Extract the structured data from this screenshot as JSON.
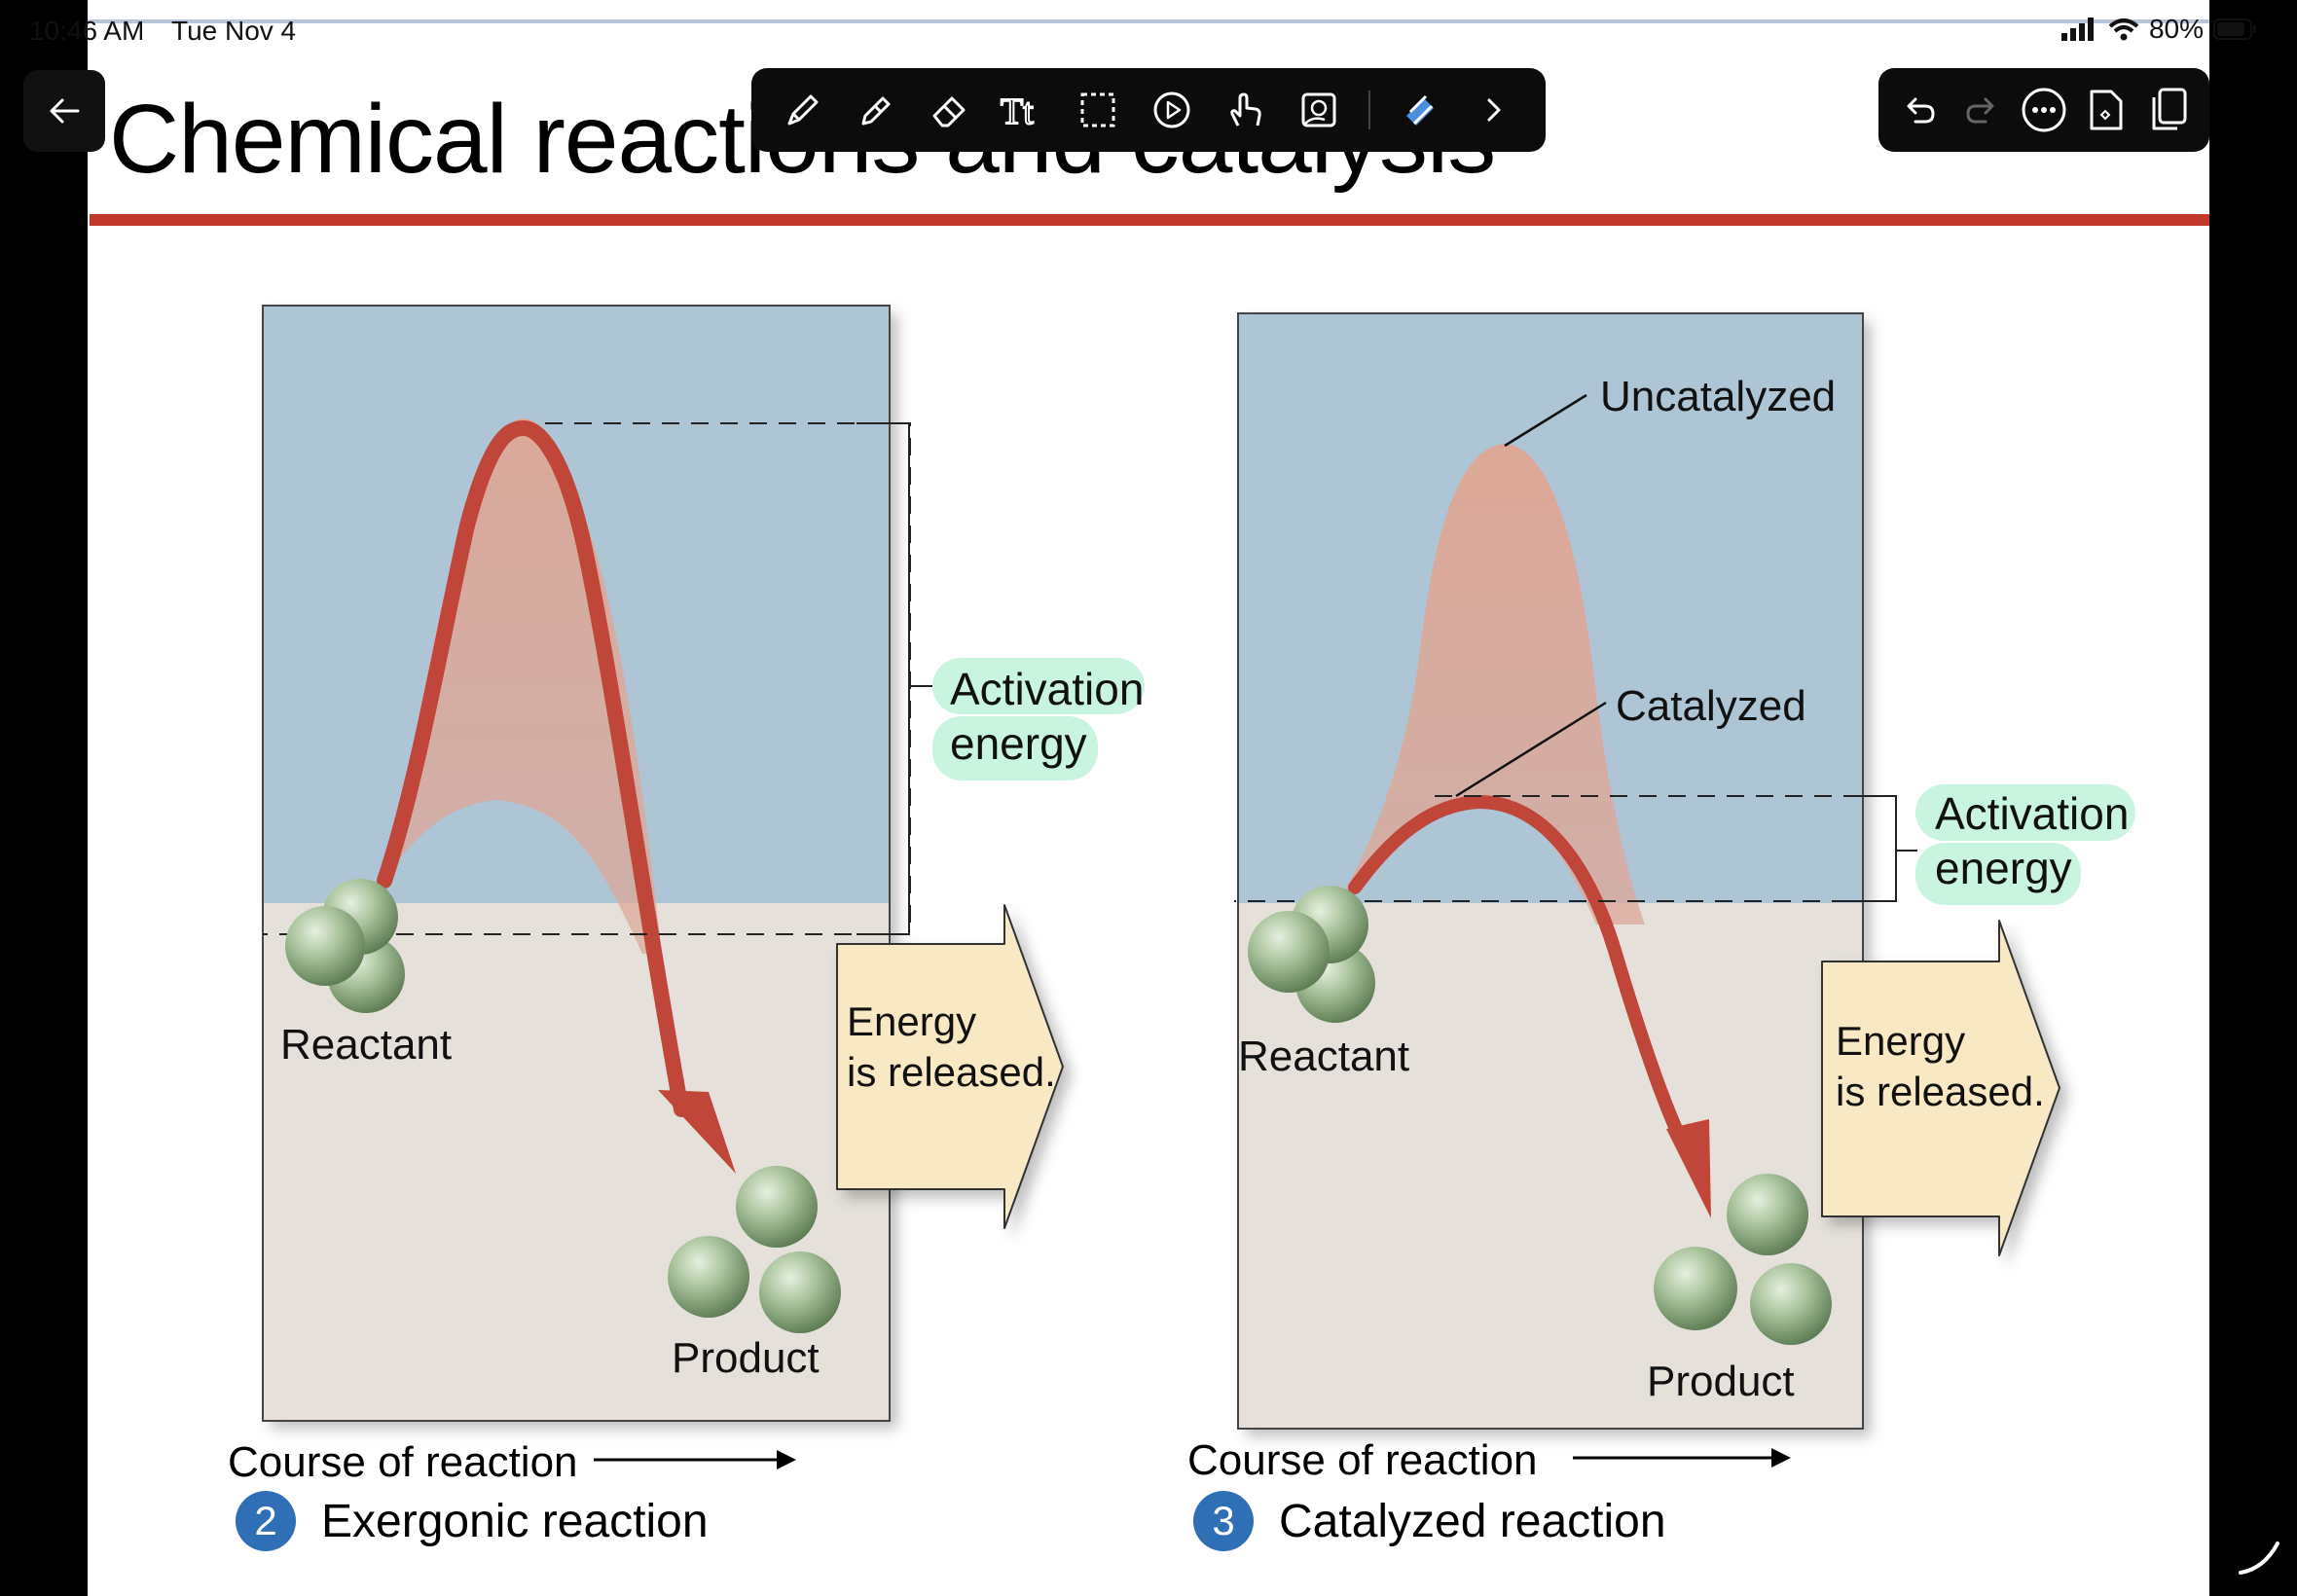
{
  "status_bar": {
    "time": "10:46 AM",
    "date": "Tue Nov 4",
    "battery": "80%"
  },
  "slide": {
    "title": "Chemical reactions and catalysis"
  },
  "toolbar": {
    "tools": [
      "pen-icon",
      "highlighter-icon",
      "eraser-icon",
      "text-icon",
      "lasso-select-icon",
      "play-icon",
      "hand-touch-icon",
      "shape-recognize-icon",
      "ruler-tool-icon",
      "chevron-right-icon"
    ]
  },
  "right_toolbar": {
    "tools": [
      "undo-icon",
      "redo-icon",
      "more-icon",
      "add-page-icon",
      "pages-icon"
    ]
  },
  "colors": {
    "accent_rule": "#c0392b",
    "upper_panel": "#aec5d6",
    "lower_panel": "#e5e1da",
    "curve": "#c0463a",
    "hump": "#dba89a",
    "highlight": "#c9f5e0",
    "arrow_fill": "#f8e9c4",
    "badge": "#2e6fb5"
  },
  "diagram_left": {
    "label_activation_1": "Activation",
    "label_activation_2": "energy",
    "label_energy_1": "Energy",
    "label_energy_2": "is released.",
    "label_reactant": "Reactant",
    "label_product": "Product",
    "course": "Course of reaction",
    "caption_number": "2",
    "caption_text": "Exergonic reaction"
  },
  "diagram_right": {
    "label_uncatalyzed": "Uncatalyzed",
    "label_catalyzed": "Catalyzed",
    "label_activation_1": "Activation",
    "label_activation_2": "energy",
    "label_energy_1": "Energy",
    "label_energy_2": "is released.",
    "label_reactant": "Reactant",
    "label_product": "Product",
    "course": "Course of reaction",
    "caption_number": "3",
    "caption_text": "Catalyzed reaction"
  }
}
